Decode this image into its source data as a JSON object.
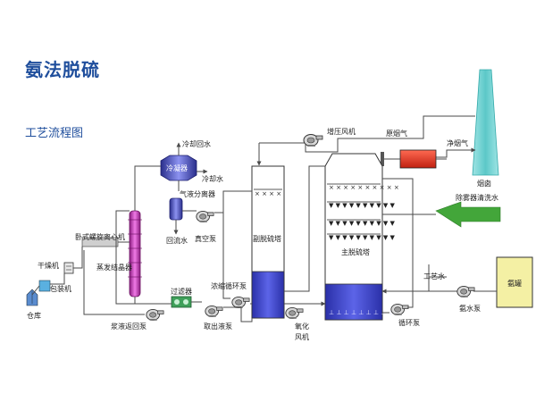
{
  "page": {
    "title": "氨法脱硫",
    "subtitle": "工艺流程图"
  },
  "labels": {
    "cooling_water_return": "冷却回水",
    "condenser": "冷凝器",
    "cooling_water": "冷却水",
    "gas_liquid_separator": "气液分离器",
    "reflux_water": "回流水",
    "vacuum_pump": "真空泵",
    "horizontal_centrifuge": "卧式螺旋离心机",
    "dryer": "干燥机",
    "packing_machine": "包装机",
    "warehouse": "仓库",
    "evaporative_crystallizer": "蒸发结晶器",
    "filter": "过滤器",
    "slurry_return_pump": "浆液返回泵",
    "liquid_extraction_pump": "取出液泵",
    "concentrate_circulation_pump": "浓缩循环泵",
    "oxidation_fan": "氧化\n风机",
    "secondary_desulfurization_tower": "副脱硫塔",
    "main_desulfurization_tower": "主脱硫塔",
    "booster_fan": "增压风机",
    "raw_flue_gas": "原烟气",
    "clean_flue_gas": "净烟气",
    "chimney": "烟囱",
    "demister_wash_water": "除雾器清洗水",
    "process_water": "工艺水",
    "ammonia_tank": "氨罐",
    "circulation_pump": "循环泵",
    "ammonia_pump": "氨水泵"
  },
  "colors": {
    "title": "#1f4e9c",
    "line": "#4a4a4a",
    "liquid": "#3d44c4",
    "ammonia_tank": "#f4f0a4",
    "heater": "#e03a2a",
    "arrow_green": "#43a63a",
    "chimney": "#7fd6d6",
    "evaporator": "#d438c6",
    "condenser": "#4a52c4"
  }
}
